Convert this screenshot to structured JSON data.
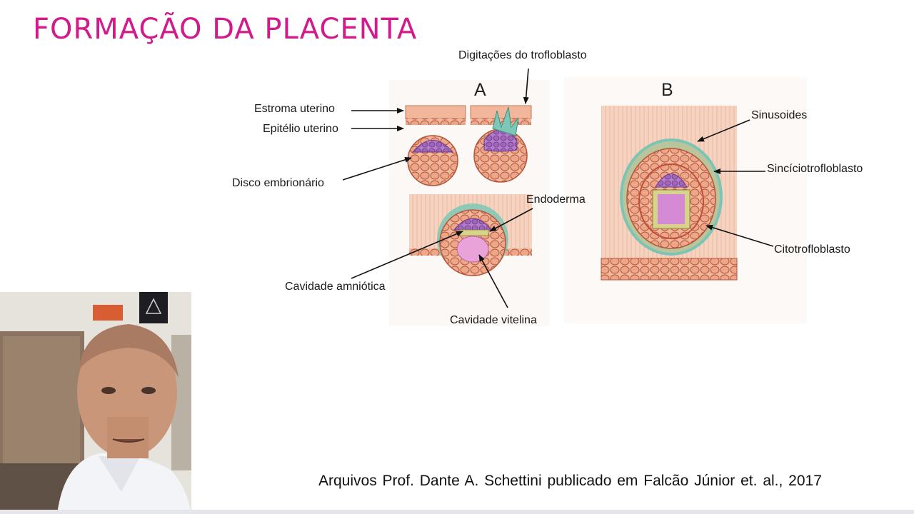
{
  "slide": {
    "title": "FORMAÇÃO DA PLACENTA",
    "credit": "Arquivos Prof. Dante A. Schettini publicado em Falcão Júnior et. al., 2017"
  },
  "diagram": {
    "panel_a": "A",
    "panel_b": "B",
    "labels": {
      "digitacoes": "Digitações do trofloblasto",
      "estroma": "Estroma uterino",
      "epitelio": "Epitélio uterino",
      "disco": "Disco embrionário",
      "endoderma": "Endoderma",
      "cav_amniotica": "Cavidade  amniótica",
      "cav_vitelina": "Cavidade  vitelina",
      "sinusoides": "Sinusoides",
      "sincicio": "Sincíciotrofloblasto",
      "citotrof": "Citotrofloblasto"
    }
  },
  "colors": {
    "title": "#d21a8c",
    "tissue": "#f2c2a8",
    "cell": "#e8a488",
    "cell_stroke": "#b5553a",
    "disc": "#a06ab8",
    "cavity": "#e9a3d9",
    "syncytio": "#6fc3b4"
  }
}
